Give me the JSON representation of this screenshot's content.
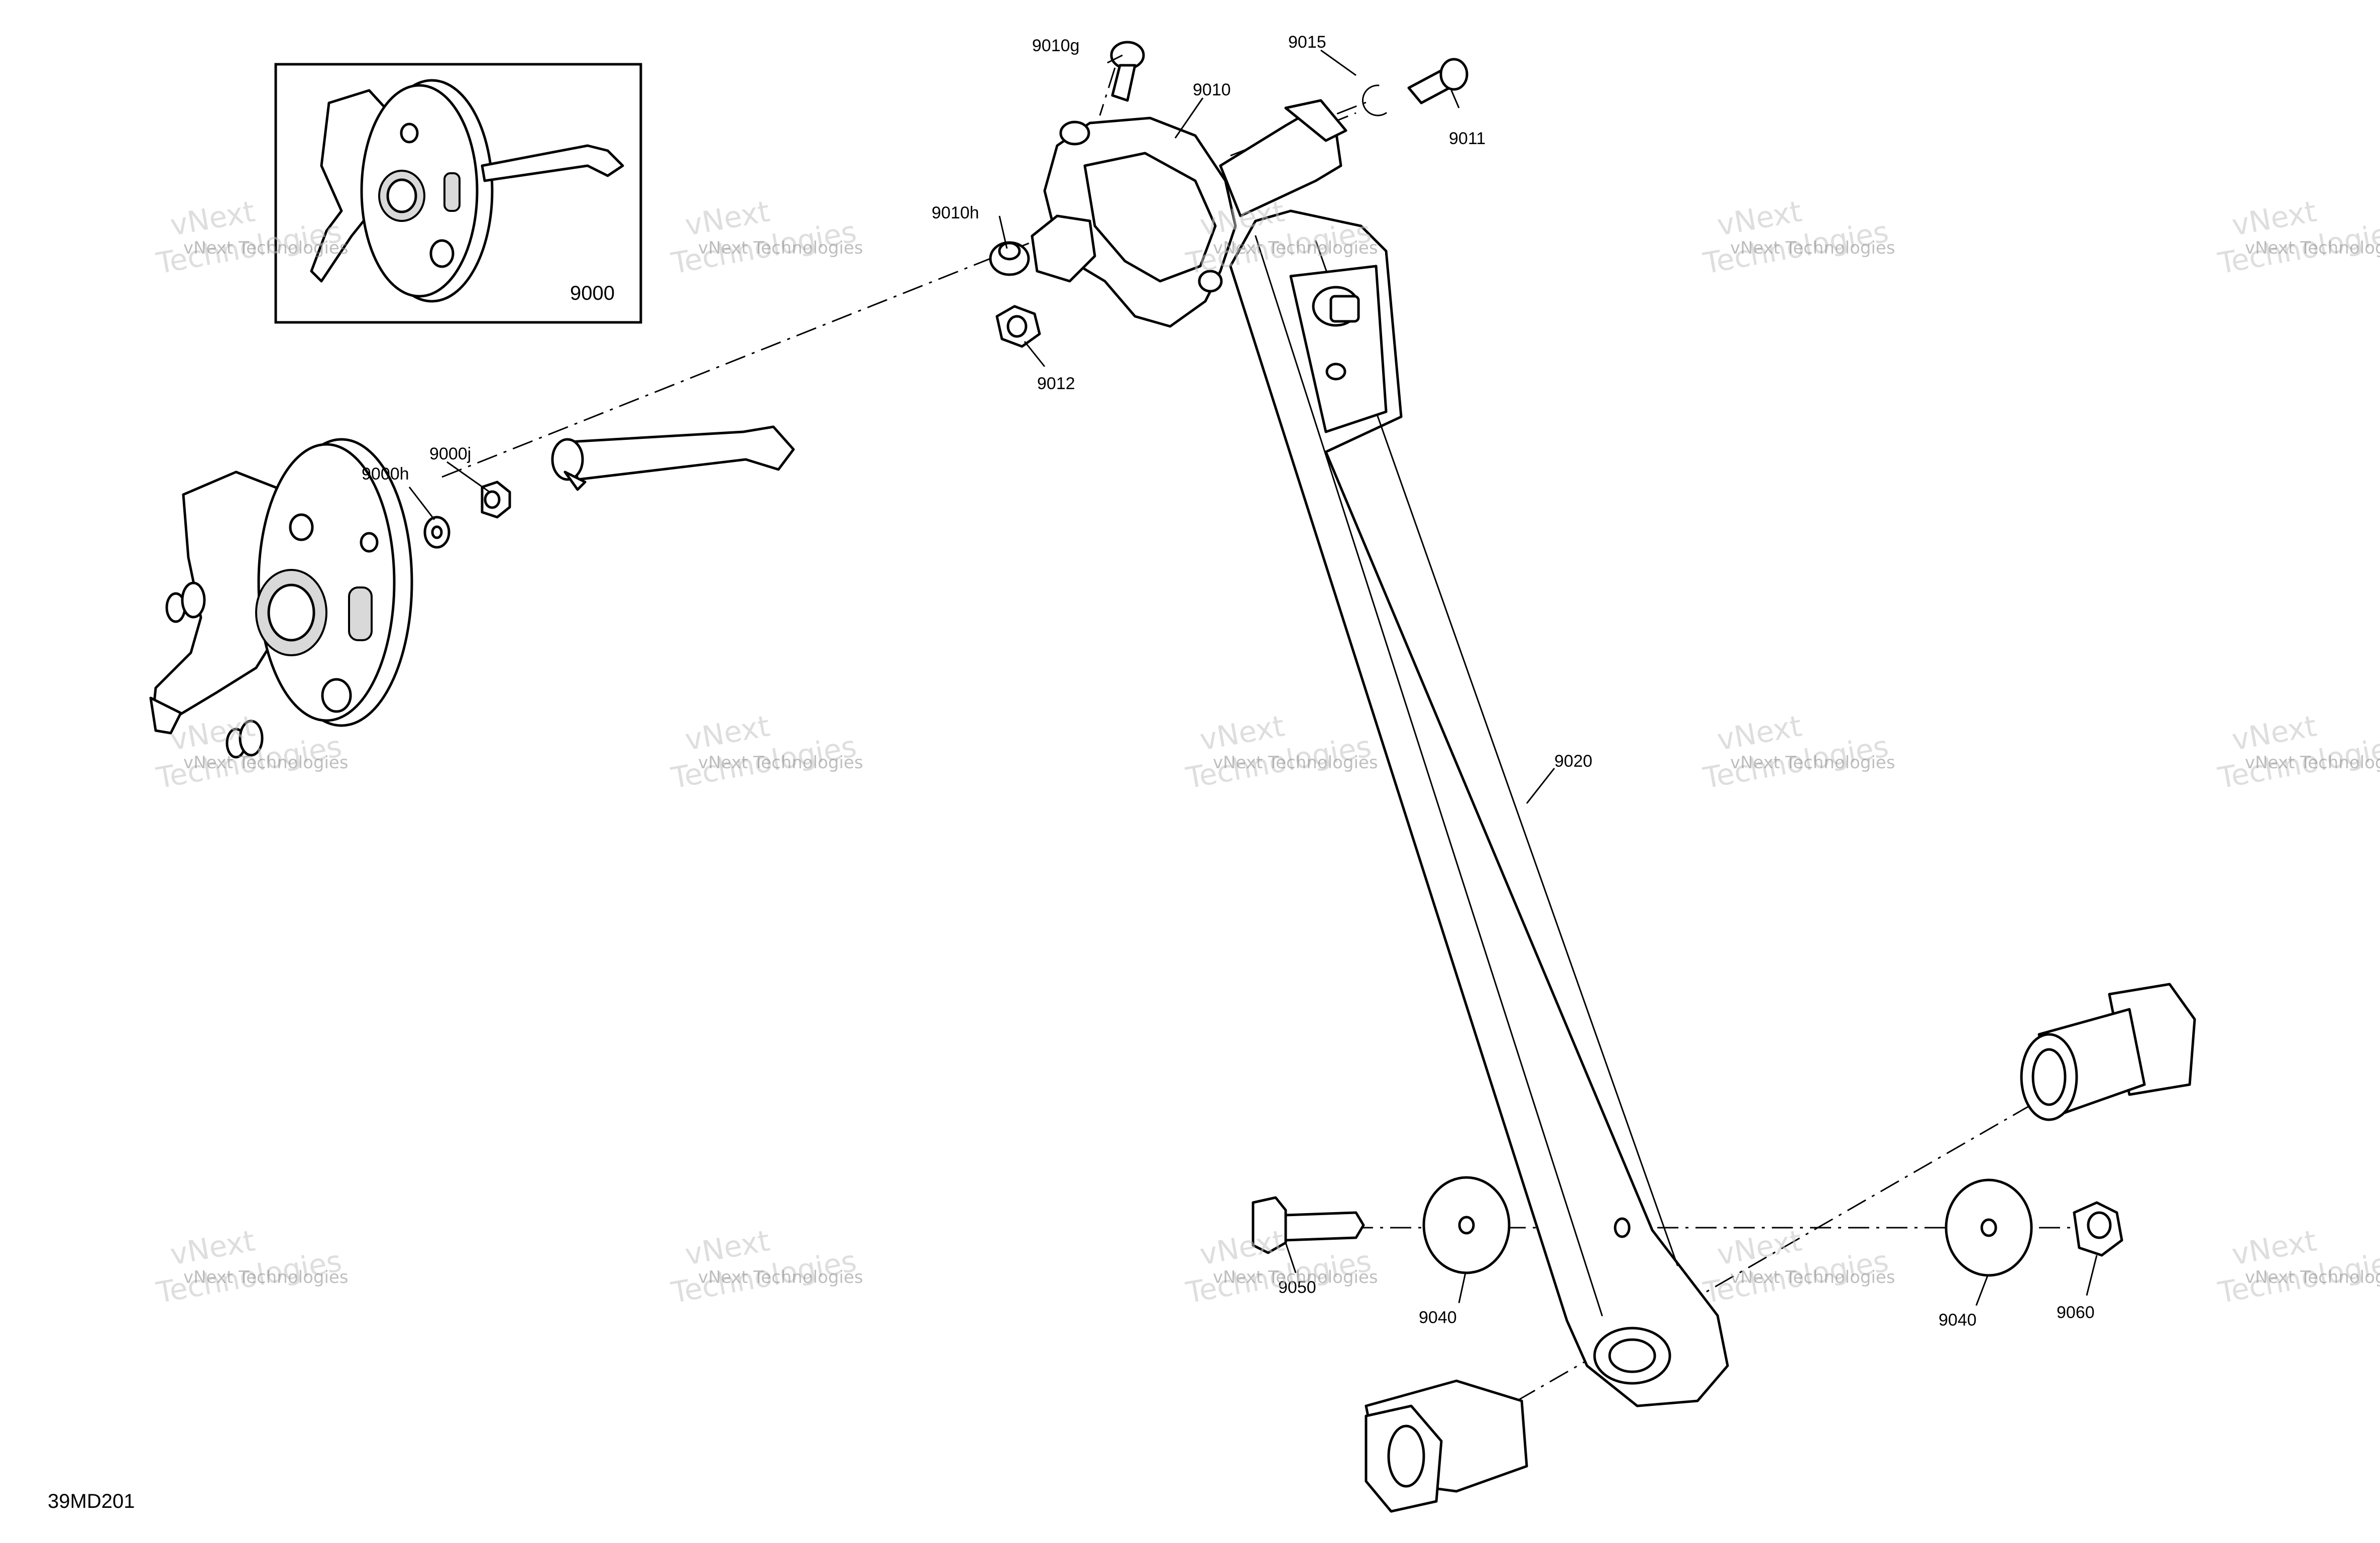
{
  "diagram": {
    "reference_code": "39MD201",
    "inset_label": "9000",
    "callouts": {
      "c9010g": "9010g",
      "c9010": "9010",
      "c9015": "9015",
      "c9011": "9011",
      "c9010h": "9010h",
      "c9012": "9012",
      "c9000j": "9000j",
      "c9000h": "9000h",
      "c9020": "9020",
      "c9050": "9050",
      "c9040_left": "9040",
      "c9040_right": "9040",
      "c9060": "9060"
    },
    "watermark": {
      "line1": "vNext Technologies",
      "line2": "vNext",
      "line3": "Technologies"
    },
    "colors": {
      "line": "#000000",
      "background": "#ffffff",
      "watermark": "#8a8a8a"
    }
  }
}
